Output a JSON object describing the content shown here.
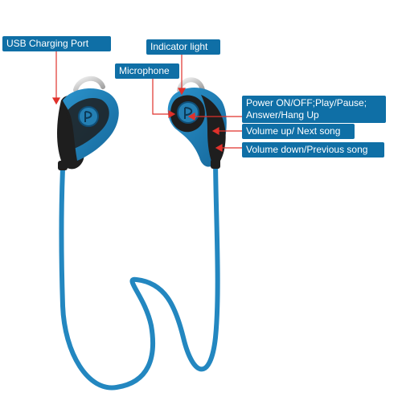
{
  "labels": {
    "usb_port": "USB Charging Port",
    "indicator_light": "Indicator light",
    "microphone": "Microphone",
    "power_line1": "Power ON/OFF;Play/Pause;",
    "power_line2": "Answer/Hang Up",
    "volume_up": "Volume up/ Next song",
    "volume_down": "Volume down/Previous song"
  },
  "colors": {
    "label_bg": "#0f6fa6",
    "label_text": "#ffffff",
    "pointer_line": "#e0312b",
    "earbud_blue": "#1f7fb4",
    "earbud_black": "#1e1e1e",
    "cable": "#2387c0"
  }
}
